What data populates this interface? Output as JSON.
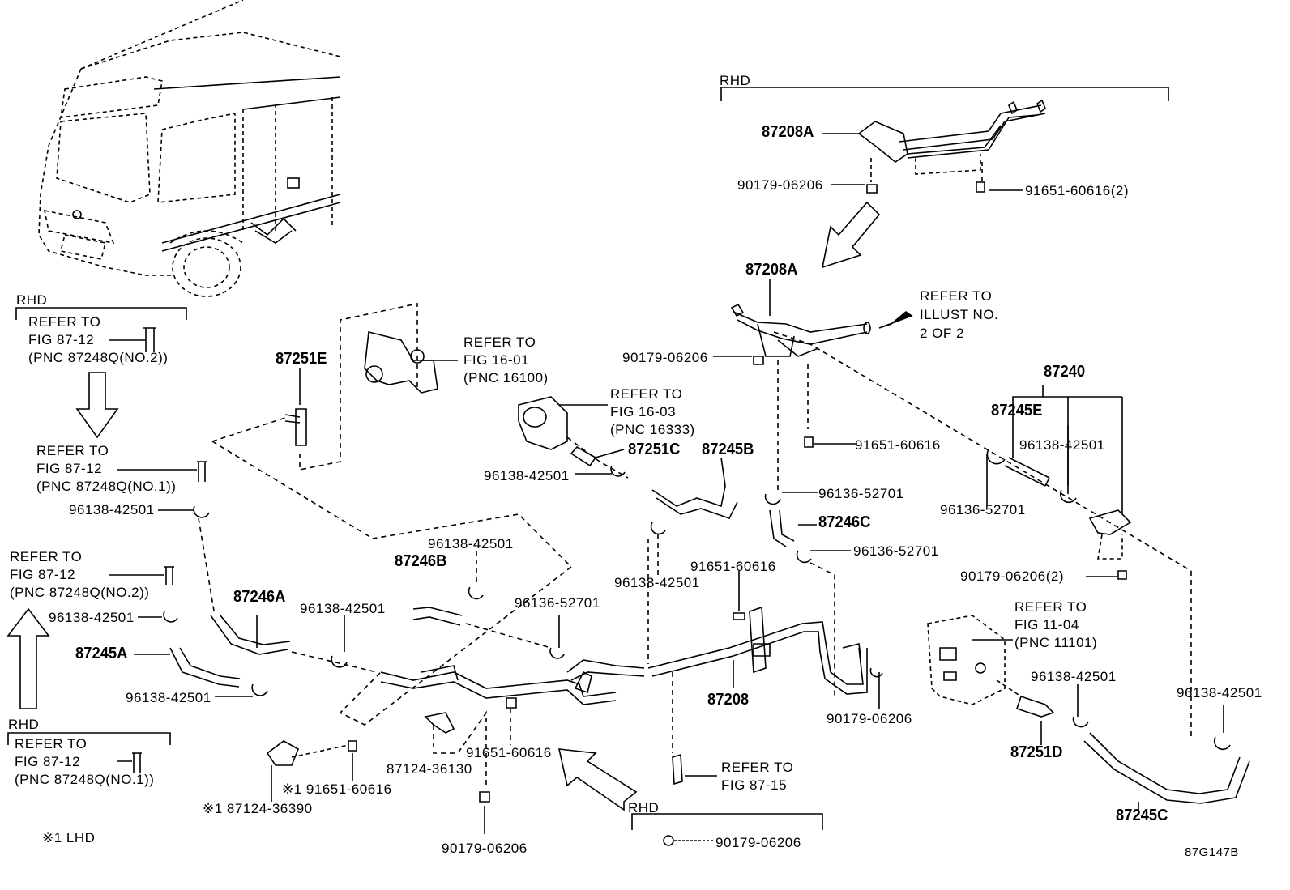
{
  "diagram_code": "87G147B",
  "note_lhd": "※1 LHD",
  "labels": {
    "rhd_top": "RHD",
    "p87208A_top": "87208A",
    "p90179_top": "90179-06206",
    "p91651_top": "91651-60616(2)",
    "p87208A_mid": "87208A",
    "refer_illust_1": "REFER TO",
    "refer_illust_2": "ILLUST NO.",
    "refer_illust_3": "2 OF 2",
    "p90179_mid": "90179-06206",
    "p91651_mid": "91651-60616",
    "p87240": "87240",
    "p87245E": "87245E",
    "p96138_right": "96138-42501",
    "p96136_right": "96136-52701",
    "p90179_2": "90179-06206(2)",
    "rhd_left1": "RHD",
    "refer_8712_a1": "REFER TO",
    "refer_8712_a2": "FIG 87-12",
    "refer_8712_a3": "(PNC 87248Q(NO.2))",
    "p87251E": "87251E",
    "refer_1601_1": "REFER TO",
    "refer_1601_2": "FIG 16-01",
    "refer_1601_3": "(PNC 16100)",
    "refer_1603_1": "REFER TO",
    "refer_1603_2": "FIG 16-03",
    "refer_1603_3": "(PNC 16333)",
    "p87251C": "87251C",
    "p87245B": "87245B",
    "p96138_c": "96138-42501",
    "p96136_c": "96136-52701",
    "p87246C": "87246C",
    "p96136_c2": "96136-52701",
    "refer_8712_b1": "REFER TO",
    "refer_8712_b2": "FIG 87-12",
    "refer_8712_b3": "(PNC 87248Q(NO.1))",
    "p96138_l1": "96138-42501",
    "p96138_m1": "96138-42501",
    "p87246B": "87246B",
    "p96138_m2": "96138-42501",
    "p91651_m": "91651-60616",
    "refer_8712_c1": "REFER TO",
    "refer_8712_c2": "FIG 87-12",
    "refer_8712_c3": "(PNC 87248Q(NO.2))",
    "p87246A": "87246A",
    "p96138_l2": "96138-42501",
    "p96138_m3": "96138-42501",
    "p96136_m": "96136-52701",
    "p87245A": "87245A",
    "p96138_l3": "96138-42501",
    "refer_1104_1": "REFER TO",
    "refer_1104_2": "FIG 11-04",
    "refer_1104_3": "(PNC 11101)",
    "p96138_r2": "96138-42501",
    "p96138_r3": "96138-42501",
    "p87208": "87208",
    "p90179_r": "90179-06206",
    "rhd_left2": "RHD",
    "refer_8712_d1": "REFER TO",
    "refer_8712_d2": "FIG 87-12",
    "refer_8712_d3": "(PNC 87248Q(NO.1))",
    "p87124_36130": "87124-36130",
    "p91651_b": "91651-60616",
    "p87251D": "87251D",
    "refer_8715_1": "REFER TO",
    "refer_8715_2": "FIG 87-15",
    "p87245C": "87245C",
    "p91651_lhd": "※1 91651-60616",
    "p87124_36390": "※1 87124-36390",
    "rhd_bottom": "RHD",
    "p90179_bl": "90179-06206",
    "p90179_br": "90179-06206"
  }
}
